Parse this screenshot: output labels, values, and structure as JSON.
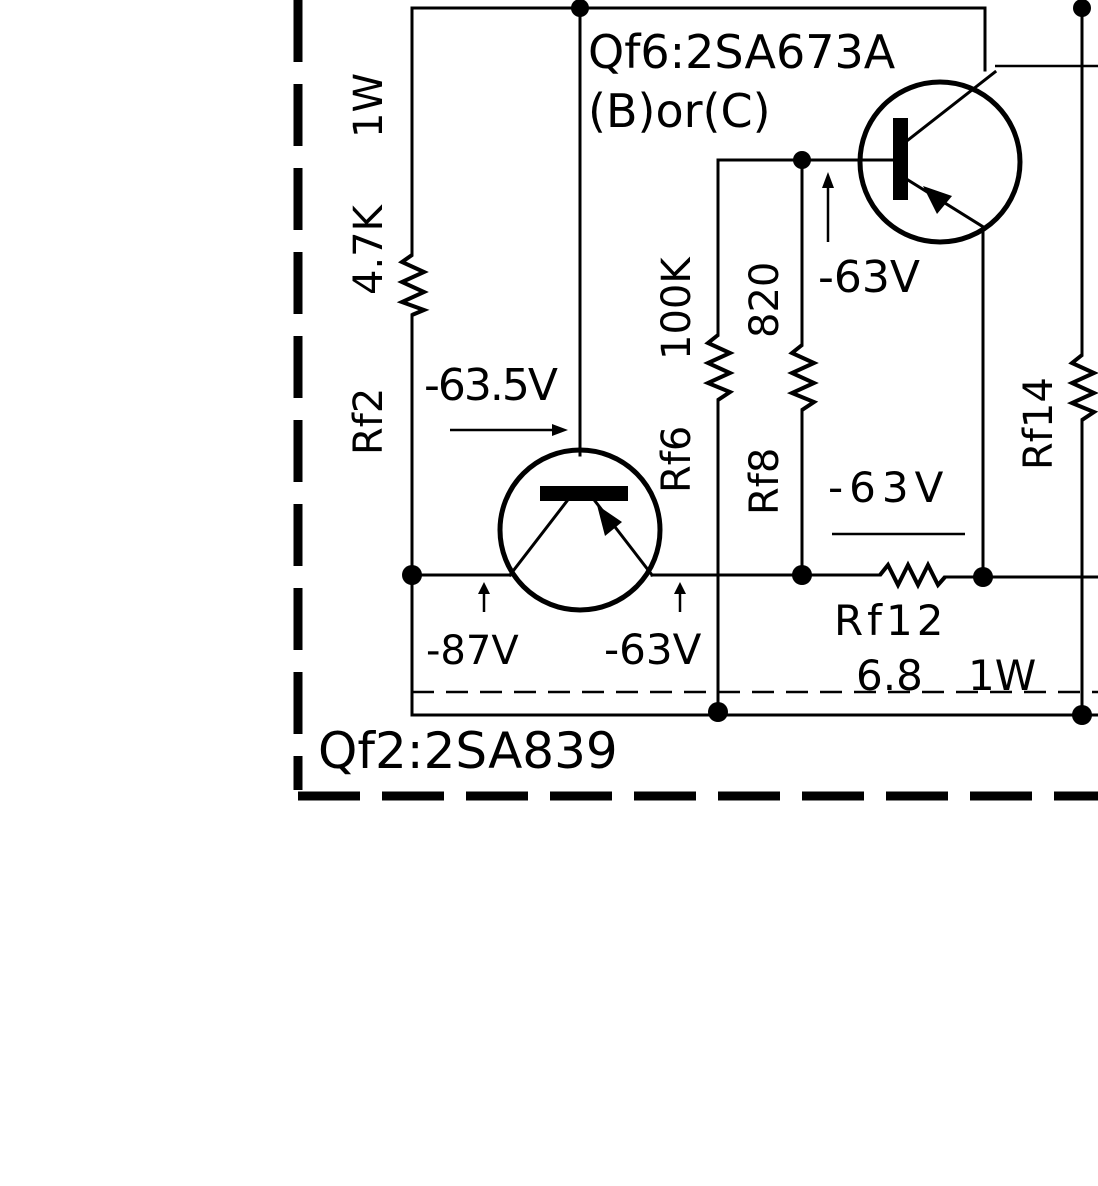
{
  "transistors": {
    "qf6": {
      "name": "Qf6:2SA673A",
      "grade": "(B)or(C)"
    },
    "qf2": {
      "name": "Qf2:2SA839"
    }
  },
  "resistors": {
    "rf2": {
      "ref": "Rf2",
      "value": "4.7K",
      "power": "1W"
    },
    "rf6": {
      "ref": "Rf6",
      "value": "100K"
    },
    "rf8": {
      "ref": "Rf8",
      "value": "820"
    },
    "rf12": {
      "ref": "Rf12",
      "value": "6.8",
      "power": "1W"
    },
    "rf14": {
      "ref": "Rf14"
    }
  },
  "voltages": {
    "qf6_base": "-63V",
    "qf2_base": "-63.5V",
    "qf2_emitter_side": "-63V",
    "qf2_left": "-87V",
    "qf2_right": "-63V"
  },
  "colors": {
    "ink": "#000000",
    "paper": "#ffffff"
  }
}
